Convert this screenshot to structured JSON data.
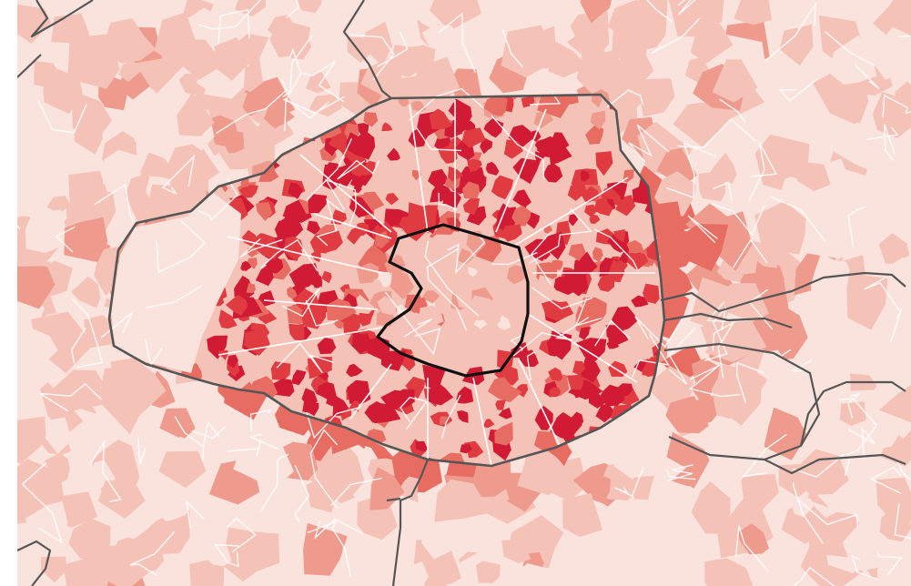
{
  "map": {
    "type": "choropleth",
    "labels": [],
    "palette": {
      "class_0": "#fbe3dd",
      "class_1": "#f5c2b8",
      "class_2": "#ee9b8e",
      "class_3": "#e76c62",
      "class_4": "#df3b40",
      "class_5": "#d11a33",
      "background": "#fbe3dd",
      "boundary_fill": "#fbe3dd",
      "tract_border": "#ffffff",
      "district_border": "#565656",
      "center_border": "#111111"
    },
    "layers": [
      "census-tracts",
      "district-boundaries",
      "city-boundary",
      "center-boundary"
    ]
  }
}
